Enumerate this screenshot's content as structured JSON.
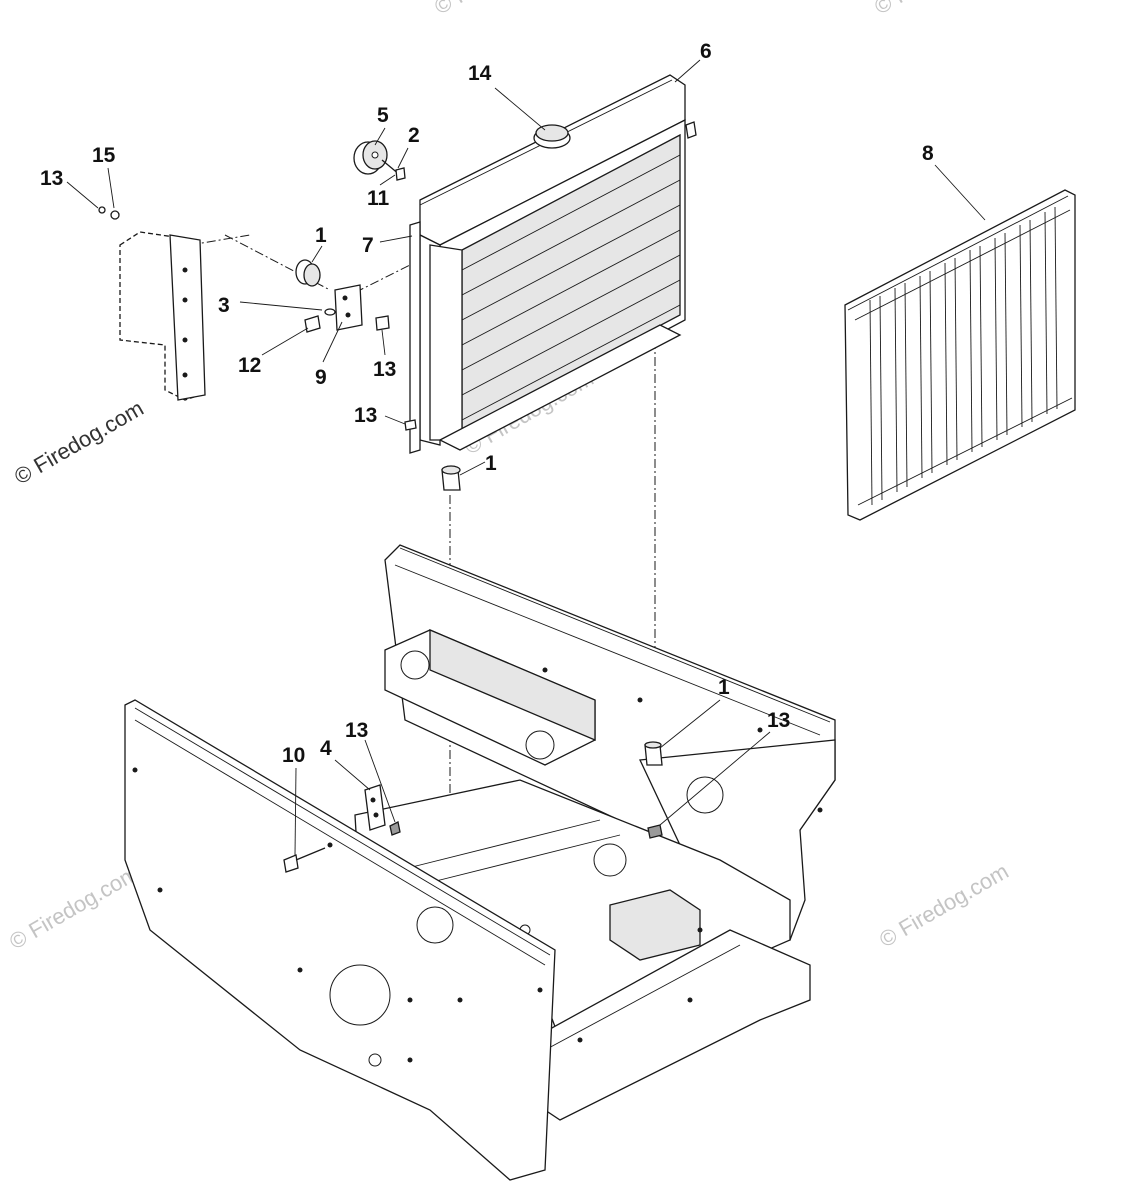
{
  "watermark": {
    "text": "© Firedog.com"
  },
  "callouts": [
    {
      "id": "c1",
      "label": "1"
    },
    {
      "id": "c2",
      "label": "2"
    },
    {
      "id": "c3",
      "label": "3"
    },
    {
      "id": "c4",
      "label": "4"
    },
    {
      "id": "c5",
      "label": "5"
    },
    {
      "id": "c6",
      "label": "6"
    },
    {
      "id": "c7",
      "label": "7"
    },
    {
      "id": "c8",
      "label": "8"
    },
    {
      "id": "c9",
      "label": "9"
    },
    {
      "id": "c10",
      "label": "10"
    },
    {
      "id": "c11",
      "label": "11"
    },
    {
      "id": "c12",
      "label": "12"
    },
    {
      "id": "c13",
      "label": "13"
    },
    {
      "id": "c14",
      "label": "14"
    },
    {
      "id": "c15",
      "label": "15"
    }
  ]
}
